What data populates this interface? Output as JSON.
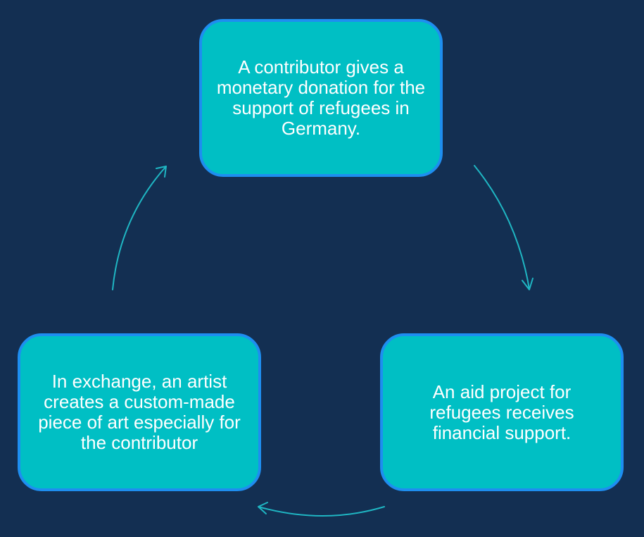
{
  "diagram": {
    "type": "cycle",
    "nodes": [
      {
        "id": "donation",
        "text": "A contributor gives a monetary donation for the support of refugees in Germany."
      },
      {
        "id": "aid",
        "text": "An aid project for refugees receives financial support."
      },
      {
        "id": "art",
        "text": "In exchange, an artist creates a custom-made piece of art especially for the contributor"
      }
    ],
    "edges": [
      {
        "from": "donation",
        "to": "aid"
      },
      {
        "from": "aid",
        "to": "art"
      },
      {
        "from": "art",
        "to": "donation"
      }
    ]
  },
  "colors": {
    "background": "#132f52",
    "box_fill": "#00bfc4",
    "box_border": "#1e8ef0",
    "arrow": "#1fb6c3",
    "text": "#ffffff"
  }
}
